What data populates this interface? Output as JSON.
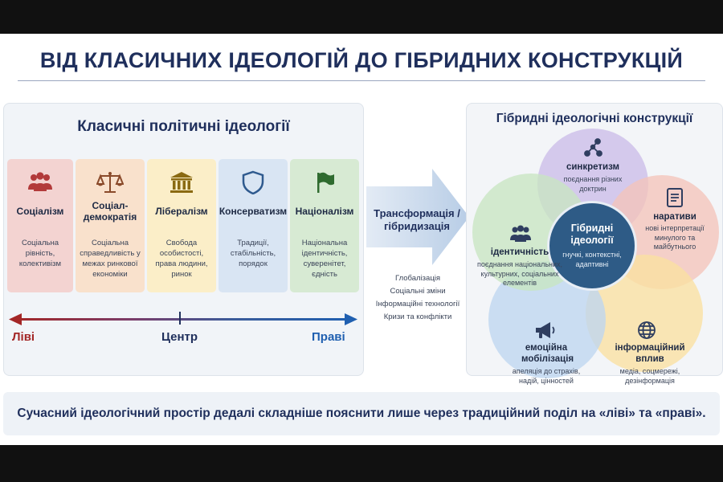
{
  "title": "ВІД КЛАСИЧНИХ ІДЕОЛОГІЙ ДО ГІБРИДНИХ КОНСТРУКЦІЙ",
  "classic": {
    "title": "Класичні політичні ідеології",
    "cards": [
      {
        "name": "Соціалізм",
        "desc": "Соціальна рівність, колективізм",
        "color": "#f3d3d1",
        "icon_color": "#b23a3a",
        "icon": "people-icon"
      },
      {
        "name": "Соціал-демократія",
        "desc": "Соціальна справедливість у межах ринкової економіки",
        "color": "#f9e1cc",
        "icon_color": "#8a4a2a",
        "icon": "scales-icon"
      },
      {
        "name": "Лібералізм",
        "desc": "Свобода особистості, права людини, ринок",
        "color": "#fbeec8",
        "icon_color": "#8a6a12",
        "icon": "building-icon"
      },
      {
        "name": "Консерватизм",
        "desc": "Традиції, стабільність, порядок",
        "color": "#d9e5f3",
        "icon_color": "#2f5a8e",
        "icon": "shield-icon"
      },
      {
        "name": "Націоналізм",
        "desc": "Національна ідентичність, суверенітет, єдність",
        "color": "#d7ead3",
        "icon_color": "#2f6b2f",
        "icon": "flag-icon"
      }
    ],
    "axis": {
      "left": "Ліві",
      "center": "Центр",
      "right": "Праві",
      "left_color": "#a32626",
      "right_color": "#1f5fb0"
    }
  },
  "transformation": {
    "title": "Трансформація / гібридизація",
    "drivers": [
      "Глобалізація",
      "Соціальні зміни",
      "Інформаційні технології",
      "Кризи та конфлікти"
    ]
  },
  "hybrid": {
    "title": "Гібридні ідеологічні конструкції",
    "center": {
      "name": "Гібридні ідеології",
      "desc": "гнучкі, контекстні, адаптивні"
    },
    "elements": [
      {
        "name": "синкретизм",
        "desc": "поєднання різних доктрин",
        "color": "#d8ccec",
        "icon": "network-icon"
      },
      {
        "name": "наративи",
        "desc": "нові інтерпретації минулого та майбутнього",
        "color": "#f5cfc6",
        "icon": "document-icon"
      },
      {
        "name": "інформаційний вплив",
        "desc": "медіа, соцмережі, дезінформація",
        "color": "#fbe7b4",
        "icon": "globe-icon"
      },
      {
        "name": "емоційна мобілізація",
        "desc": "апеляція до страхів, надій, цінностей",
        "color": "#cfe0f2",
        "icon": "megaphone-icon"
      },
      {
        "name": "ідентичність",
        "desc": "поєднання національних, культурних, соціальних елементів",
        "color": "#d5ebd0",
        "icon": "group-icon"
      }
    ]
  },
  "footer": "Сучасний ідеологічний простір дедалі складніше пояснити лише через традиційний поділ на «ліві» та «праві»."
}
